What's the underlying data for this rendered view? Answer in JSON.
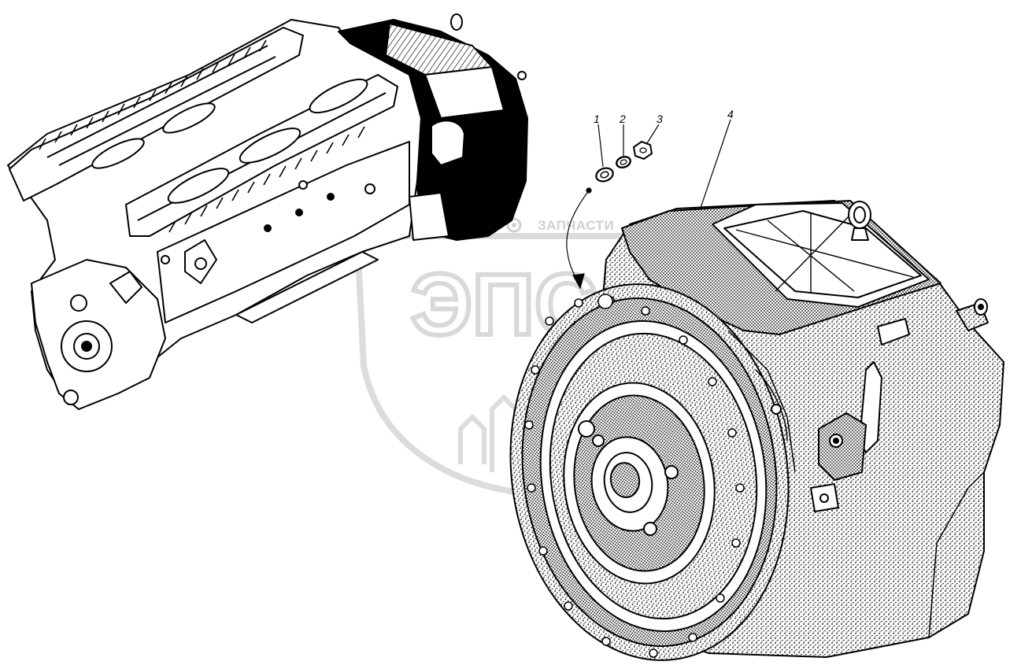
{
  "watermark": {
    "logo_letters": "ЭПС",
    "caption": "ЗАПЧАСТИ",
    "color": "#d9d9d9"
  },
  "callouts": [
    {
      "label": "1",
      "part": "washer"
    },
    {
      "label": "2",
      "part": "spring-washer"
    },
    {
      "label": "3",
      "part": "nut"
    },
    {
      "label": "4",
      "part": "gearbox"
    }
  ],
  "colors": {
    "line": "#000000",
    "paper": "#ffffff"
  }
}
